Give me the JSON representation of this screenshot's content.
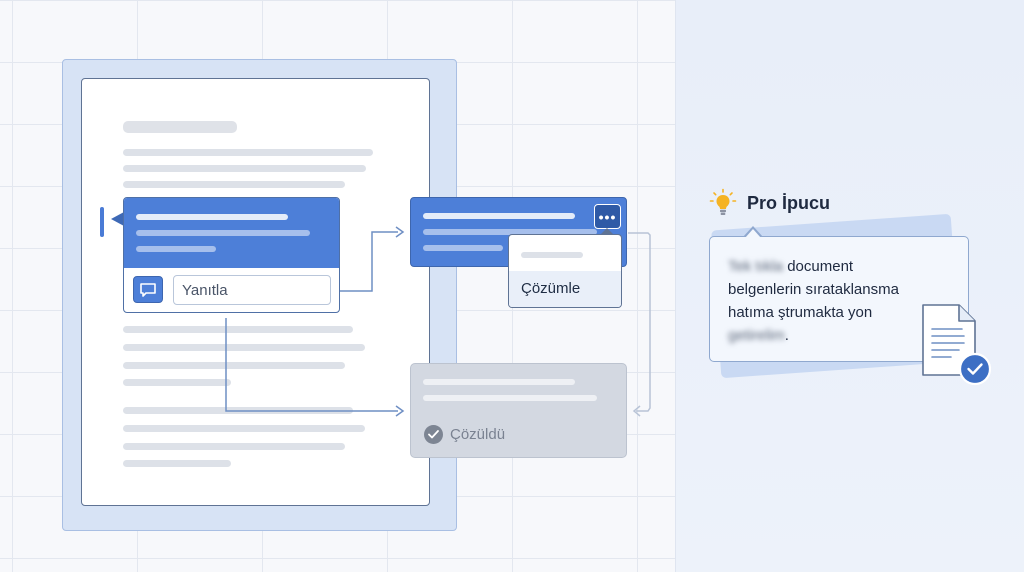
{
  "comment": {
    "reply_placeholder": "Yanıtla",
    "reply_icon": "speech-bubble-icon"
  },
  "thread": {
    "more_label": "•••",
    "more_icon": "more-dots-icon",
    "menu_item": "Çözümle"
  },
  "resolved": {
    "label": "Çözüldü",
    "icon": "check-circle-icon"
  },
  "tip": {
    "title": "Pro İpucu",
    "icon": "lightbulb-icon",
    "blurred_1": "Tek tıkla",
    "line1_rest": "document",
    "line2": "belgenlerin sırataklansma",
    "line3": "hatıma ştrumakta yon",
    "blurred_2": "getirelim",
    "line4_rest": ".",
    "doc_icon": "document-check-icon"
  },
  "colors": {
    "accent": "#4d7fd8",
    "accent_dark": "#2f5aa6",
    "resolved_gray": "#d3d8e1",
    "bulb": "#f5b324"
  }
}
